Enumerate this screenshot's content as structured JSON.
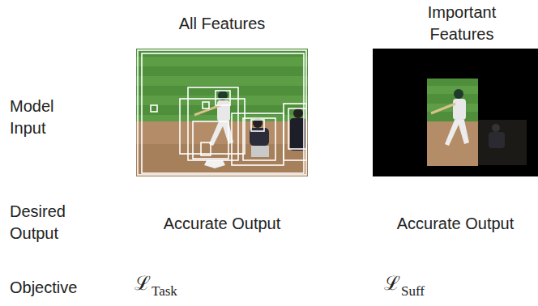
{
  "diagram": {
    "labels": [
      "All Features",
      "Important Features",
      "Model Input",
      "Desired Output",
      "Accurate Output",
      "Accurate Output",
      "Objective",
      "ℒ",
      "Task",
      "ℒ",
      "Suff"
    ]
  }
}
